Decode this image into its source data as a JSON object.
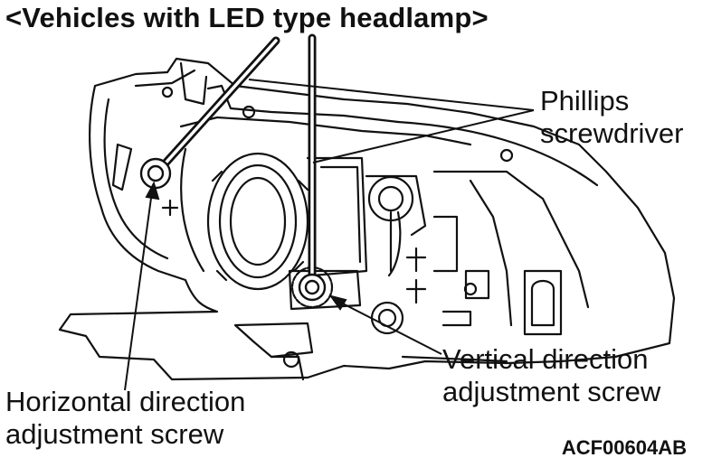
{
  "title": "<Vehicles with LED type headlamp>",
  "labels": {
    "phillips": [
      "Phillips",
      "screwdriver"
    ],
    "vertical": [
      "Vertical direction",
      "adjustment screw"
    ],
    "horizontal": [
      "Horizontal direction",
      "adjustment screw"
    ]
  },
  "figure_code": "ACF00604AB",
  "colors": {
    "ink": "#111111",
    "background": "#ffffff"
  }
}
